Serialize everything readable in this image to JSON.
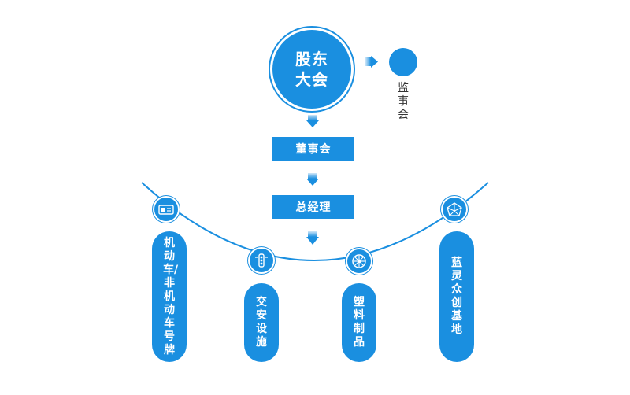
{
  "top": {
    "label": "股东大会"
  },
  "supervisor": {
    "label": "监事会"
  },
  "board": {
    "label": "董事会"
  },
  "gm": {
    "label": "总经理"
  },
  "branches": [
    {
      "label": "机动车/非机动车号牌",
      "icon": "license-plate-icon"
    },
    {
      "label": "交安设施",
      "icon": "traffic-light-icon"
    },
    {
      "label": "塑料制品",
      "icon": "wheel-icon"
    },
    {
      "label": "蓝灵众创基地",
      "icon": "incubator-icon"
    }
  ],
  "colors": {
    "primary": "#1a8fe0",
    "text": "#333333",
    "background": "#ffffff"
  }
}
